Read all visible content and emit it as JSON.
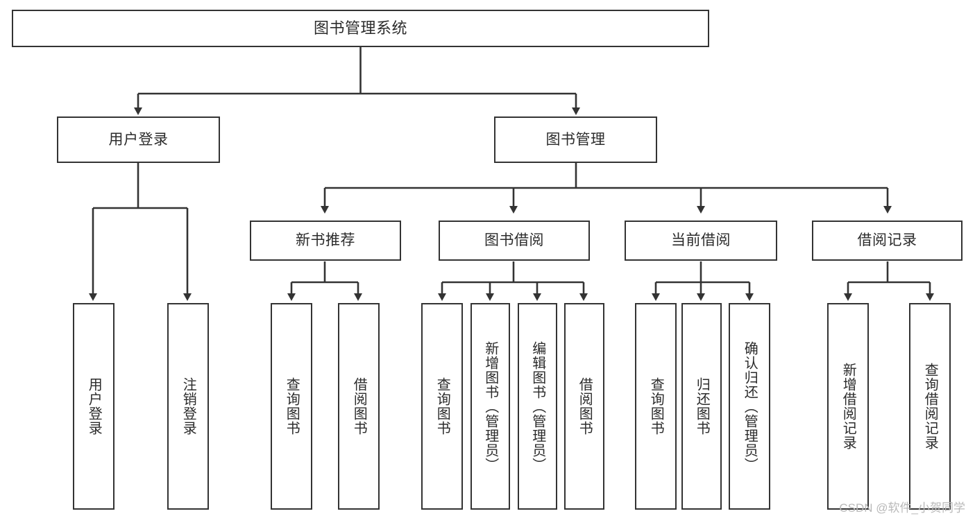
{
  "diagram": {
    "title": "图书管理系统",
    "type": "tree-hierarchy-chart",
    "watermark": "CSDN @软件_小贺同学",
    "colors": {
      "box_border": "#333333",
      "box_fill": "#ffffff",
      "connector": "#333333",
      "text": "#2b2b2b",
      "watermark": "#b9b9b9"
    },
    "nodes": {
      "root": {
        "label": "图书管理系统"
      },
      "level2": [
        {
          "label": "用户登录"
        },
        {
          "label": "图书管理"
        }
      ],
      "level3": [
        {
          "label": "新书推荐"
        },
        {
          "label": "图书借阅"
        },
        {
          "label": "当前借阅"
        },
        {
          "label": "借阅记录"
        }
      ],
      "leaves_user_login": [
        {
          "label": "用户登录"
        },
        {
          "label": "注销登录"
        }
      ],
      "leaves_new_books": [
        {
          "label": "查询图书"
        },
        {
          "label": "借阅图书"
        }
      ],
      "leaves_book_borrow": [
        {
          "label": "查询图书"
        },
        {
          "label": "新增图书（管理员）"
        },
        {
          "label": "编辑图书（管理员）"
        },
        {
          "label": "借阅图书"
        }
      ],
      "leaves_current_borrow": [
        {
          "label": "查询图书"
        },
        {
          "label": "归还图书"
        },
        {
          "label": "确认归还（管理员）"
        }
      ],
      "leaves_borrow_records": [
        {
          "label": "新增借阅记录"
        },
        {
          "label": "查询借阅记录"
        }
      ]
    }
  }
}
